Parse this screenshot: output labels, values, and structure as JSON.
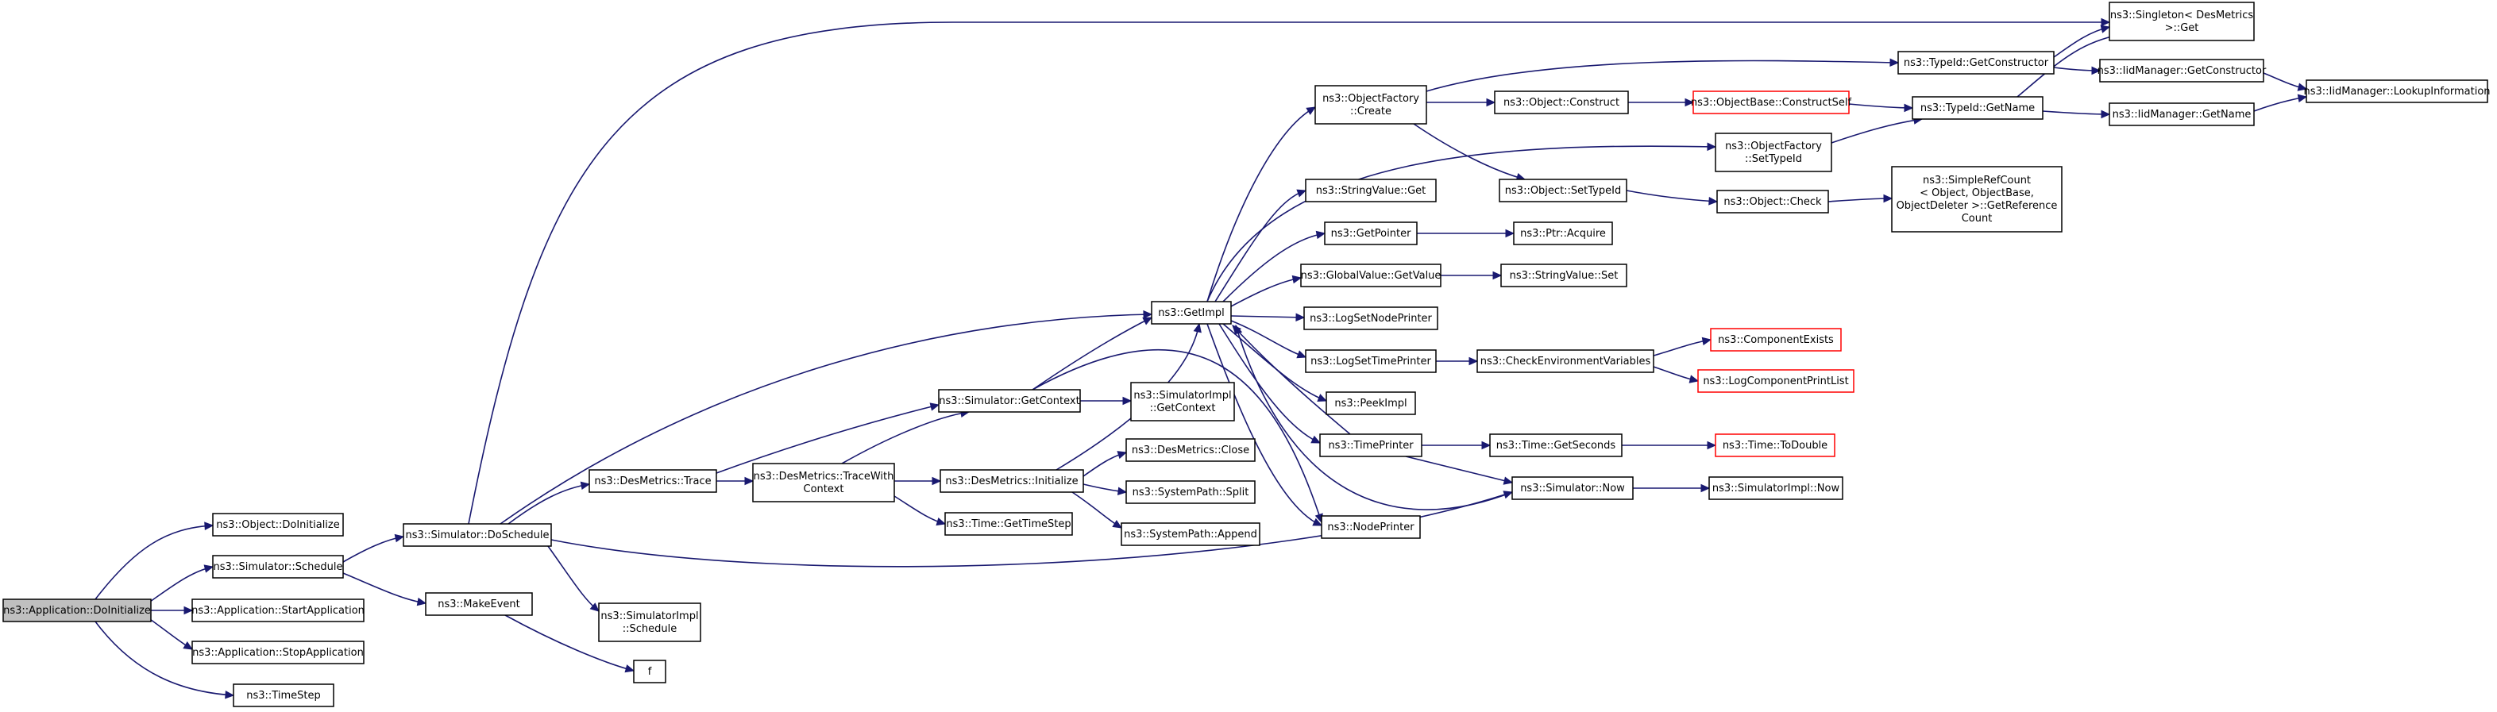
{
  "colors": {
    "edge": "#191970",
    "node_border": "#000000",
    "root_fill": "#bfbfbf",
    "truncated_border": "#ff0000"
  },
  "nodes": [
    {
      "id": "app_doinit",
      "lines": [
        "ns3::Application::DoInitialize"
      ],
      "style": "root"
    },
    {
      "id": "obj_doinit",
      "lines": [
        "ns3::Object::DoInitialize"
      ]
    },
    {
      "id": "sim_schedule",
      "lines": [
        "ns3::Simulator::Schedule"
      ]
    },
    {
      "id": "app_start",
      "lines": [
        "ns3::Application::StartApplication"
      ]
    },
    {
      "id": "app_stop",
      "lines": [
        "ns3::Application::StopApplication"
      ]
    },
    {
      "id": "timestep",
      "lines": [
        "ns3::TimeStep"
      ]
    },
    {
      "id": "sim_doschedule",
      "lines": [
        "ns3::Simulator::DoSchedule"
      ]
    },
    {
      "id": "makeevent",
      "lines": [
        "ns3::MakeEvent"
      ]
    },
    {
      "id": "f",
      "lines": [
        "f"
      ]
    },
    {
      "id": "simimpl_schedule",
      "lines": [
        "ns3::SimulatorImpl",
        "::Schedule"
      ]
    },
    {
      "id": "dm_trace",
      "lines": [
        "ns3::DesMetrics::Trace"
      ]
    },
    {
      "id": "dm_tracewith",
      "lines": [
        "ns3::DesMetrics::TraceWith",
        "Context"
      ]
    },
    {
      "id": "sim_getcontext",
      "lines": [
        "ns3::Simulator::GetContext"
      ]
    },
    {
      "id": "simimpl_getcontext",
      "lines": [
        "ns3::SimulatorImpl",
        "::GetContext"
      ]
    },
    {
      "id": "dm_initialize",
      "lines": [
        "ns3::DesMetrics::Initialize"
      ]
    },
    {
      "id": "time_gettimestep",
      "lines": [
        "ns3::Time::GetTimeStep"
      ]
    },
    {
      "id": "dm_close",
      "lines": [
        "ns3::DesMetrics::Close"
      ]
    },
    {
      "id": "sp_split",
      "lines": [
        "ns3::SystemPath::Split"
      ]
    },
    {
      "id": "sp_append",
      "lines": [
        "ns3::SystemPath::Append"
      ]
    },
    {
      "id": "getimpl",
      "lines": [
        "ns3::GetImpl"
      ]
    },
    {
      "id": "of_create",
      "lines": [
        "ns3::ObjectFactory",
        "::Create"
      ]
    },
    {
      "id": "sv_get",
      "lines": [
        "ns3::StringValue::Get"
      ]
    },
    {
      "id": "getpointer",
      "lines": [
        "ns3::GetPointer"
      ]
    },
    {
      "id": "gv_getvalue",
      "lines": [
        "ns3::GlobalValue::GetValue"
      ]
    },
    {
      "id": "logsetnodeprinter",
      "lines": [
        "ns3::LogSetNodePrinter"
      ]
    },
    {
      "id": "logsettimeprinter",
      "lines": [
        "ns3::LogSetTimePrinter"
      ]
    },
    {
      "id": "peekimpl",
      "lines": [
        "ns3::PeekImpl"
      ]
    },
    {
      "id": "timeprinter",
      "lines": [
        "ns3::TimePrinter"
      ]
    },
    {
      "id": "nodeprinter",
      "lines": [
        "ns3::NodePrinter"
      ]
    },
    {
      "id": "sim_now",
      "lines": [
        "ns3::Simulator::Now"
      ]
    },
    {
      "id": "obj_construct",
      "lines": [
        "ns3::Object::Construct"
      ]
    },
    {
      "id": "obj_settypeid",
      "lines": [
        "ns3::Object::SetTypeId"
      ]
    },
    {
      "id": "ptr_acquire",
      "lines": [
        "ns3::Ptr::Acquire"
      ]
    },
    {
      "id": "sv_set",
      "lines": [
        "ns3::StringValue::Set"
      ]
    },
    {
      "id": "checkenv",
      "lines": [
        "ns3::CheckEnvironmentVariables"
      ]
    },
    {
      "id": "time_getseconds",
      "lines": [
        "ns3::Time::GetSeconds"
      ]
    },
    {
      "id": "objbase_constructself",
      "lines": [
        "ns3::ObjectBase::ConstructSelf"
      ],
      "style": "red"
    },
    {
      "id": "typeid_getconstructor",
      "lines": [
        "ns3::TypeId::GetConstructor"
      ]
    },
    {
      "id": "of_settypeid",
      "lines": [
        "ns3::ObjectFactory",
        "::SetTypeId"
      ]
    },
    {
      "id": "obj_check",
      "lines": [
        "ns3::Object::Check"
      ]
    },
    {
      "id": "componentexists",
      "lines": [
        "ns3::ComponentExists"
      ],
      "style": "red"
    },
    {
      "id": "logcomponentprintlist",
      "lines": [
        "ns3::LogComponentPrintList"
      ],
      "style": "red"
    },
    {
      "id": "time_todouble",
      "lines": [
        "ns3::Time::ToDouble"
      ],
      "style": "red"
    },
    {
      "id": "simimpl_now",
      "lines": [
        "ns3::SimulatorImpl::Now"
      ]
    },
    {
      "id": "typeid_getname",
      "lines": [
        "ns3::TypeId::GetName"
      ]
    },
    {
      "id": "simplerefcount",
      "lines": [
        "ns3::SimpleRefCount",
        "< Object, ObjectBase,",
        "ObjectDeleter >::GetReference",
        "Count"
      ]
    },
    {
      "id": "singleton_get",
      "lines": [
        "ns3::Singleton< DesMetrics",
        " >::Get"
      ]
    },
    {
      "id": "iidmanager_getconstructor",
      "lines": [
        "ns3::IidManager::GetConstructor"
      ]
    },
    {
      "id": "iidmanager_getname",
      "lines": [
        "ns3::IidManager::GetName"
      ]
    },
    {
      "id": "iidmanager_lookupinformation",
      "lines": [
        "ns3::IidManager::LookupInformation"
      ]
    }
  ]
}
